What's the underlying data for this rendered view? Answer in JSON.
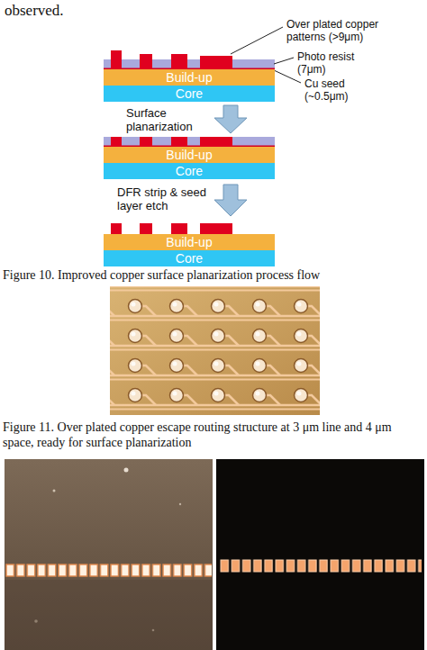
{
  "diagram": {
    "nodes": [
      {
        "text": [
          "Build-up"
        ]
      },
      {
        "text": [
          "Core"
        ]
      },
      {
        "text": [
          "Build-up"
        ]
      },
      {
        "text": [
          "Core"
        ]
      },
      {
        "text": [
          "Build-up"
        ]
      },
      {
        "text": [
          "Core"
        ]
      }
    ],
    "labels": [
      "observed.",
      "Over plated copper patterns (>9μm)",
      "Photo resist (7μm)",
      "Cu seed (~0.5μm)",
      "Surface planarization",
      "DFR strip & seed layer etch",
      "Figure 10. Improved copper surface planarization process flow",
      "Figure 11. Over plated copper escape routing structure at 3 μm line and 4 μm space, ready for surface planarization"
    ]
  }
}
